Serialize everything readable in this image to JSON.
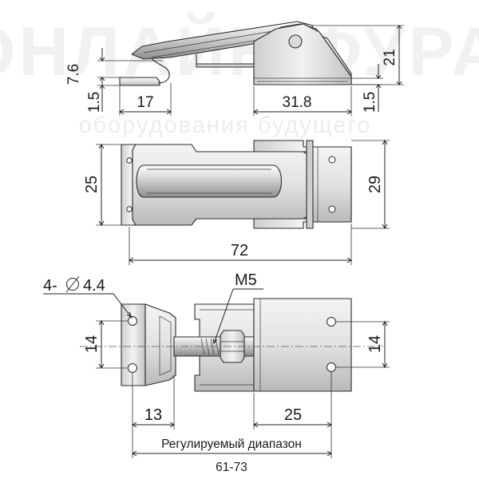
{
  "watermark": {
    "brand": "ОНЛАЙН ФУРА",
    "tagline": "оборудования будущего"
  },
  "dimensions": {
    "side_height_left": "7.6",
    "side_thickness_left": "1.5",
    "side_length_left": "17",
    "side_length_right": "31.8",
    "side_thickness_right": "1.5",
    "side_height_total": "21",
    "top_height_left": "25",
    "top_height_right": "29",
    "top_total_length": "72",
    "holes_spec": "4-",
    "holes_diameter": "4.4",
    "thread_spec": "M5",
    "hole_spacing_left": "14",
    "hole_spacing_right": "14",
    "bottom_length_left": "13",
    "bottom_length_right": "25",
    "adjust_label": "Регулируемый диапазон",
    "adjust_range": "61-73"
  },
  "colors": {
    "metal_light": "#ededed",
    "metal_mid": "#d6d6d6",
    "metal_dark": "#9c9c9c",
    "outline": "#2b2b2b",
    "watermark": "#eeeeee"
  }
}
